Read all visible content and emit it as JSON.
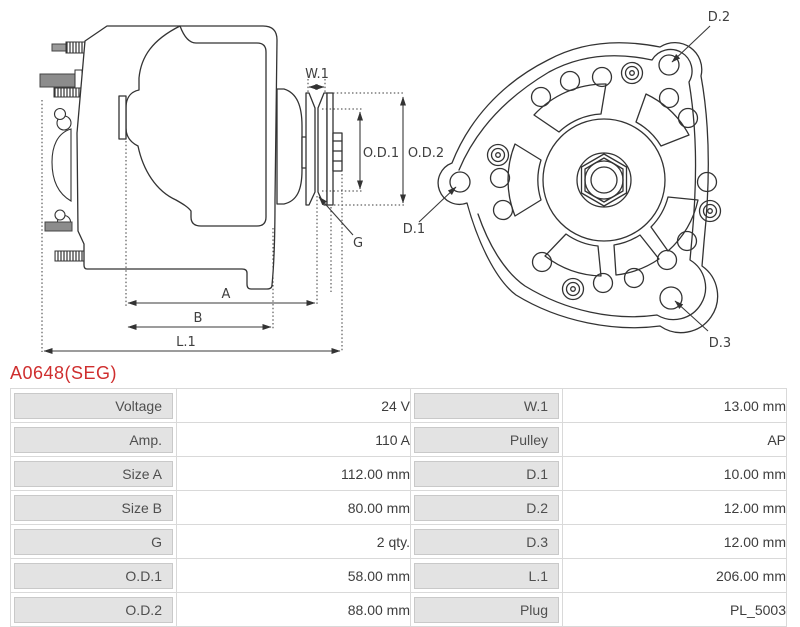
{
  "part_number": "A0648(SEG)",
  "diagram": {
    "labels": {
      "w1": "W.1",
      "od1": "O.D.1",
      "od2": "O.D.2",
      "g": "G",
      "a": "A",
      "b": "B",
      "l1": "L.1",
      "d1": "D.1",
      "d2": "D.2",
      "d3": "D.3"
    }
  },
  "specs": {
    "rows": [
      {
        "label_left": "Voltage",
        "value_left": "24 V",
        "label_right": "W.1",
        "value_right": "13.00 mm"
      },
      {
        "label_left": "Amp.",
        "value_left": "110 A",
        "label_right": "Pulley",
        "value_right": "AP"
      },
      {
        "label_left": "Size A",
        "value_left": "112.00 mm",
        "label_right": "D.1",
        "value_right": "10.00 mm"
      },
      {
        "label_left": "Size B",
        "value_left": "80.00 mm",
        "label_right": "D.2",
        "value_right": "12.00 mm"
      },
      {
        "label_left": "G",
        "value_left": "2 qty.",
        "label_right": "D.3",
        "value_right": "12.00 mm"
      },
      {
        "label_left": "O.D.1",
        "value_left": "58.00 mm",
        "label_right": "L.1",
        "value_right": "206.00 mm"
      },
      {
        "label_left": "O.D.2",
        "value_left": "88.00 mm",
        "label_right": "Plug",
        "value_right": "PL_5003"
      }
    ]
  },
  "colors": {
    "accent_red": "#cf2e2e",
    "line": "#333333",
    "label_cell_bg": "#e3e3e3",
    "label_cell_border": "#c9c9c9",
    "table_border": "#d9d9d9",
    "metal_gray": "#8c8c8c"
  }
}
